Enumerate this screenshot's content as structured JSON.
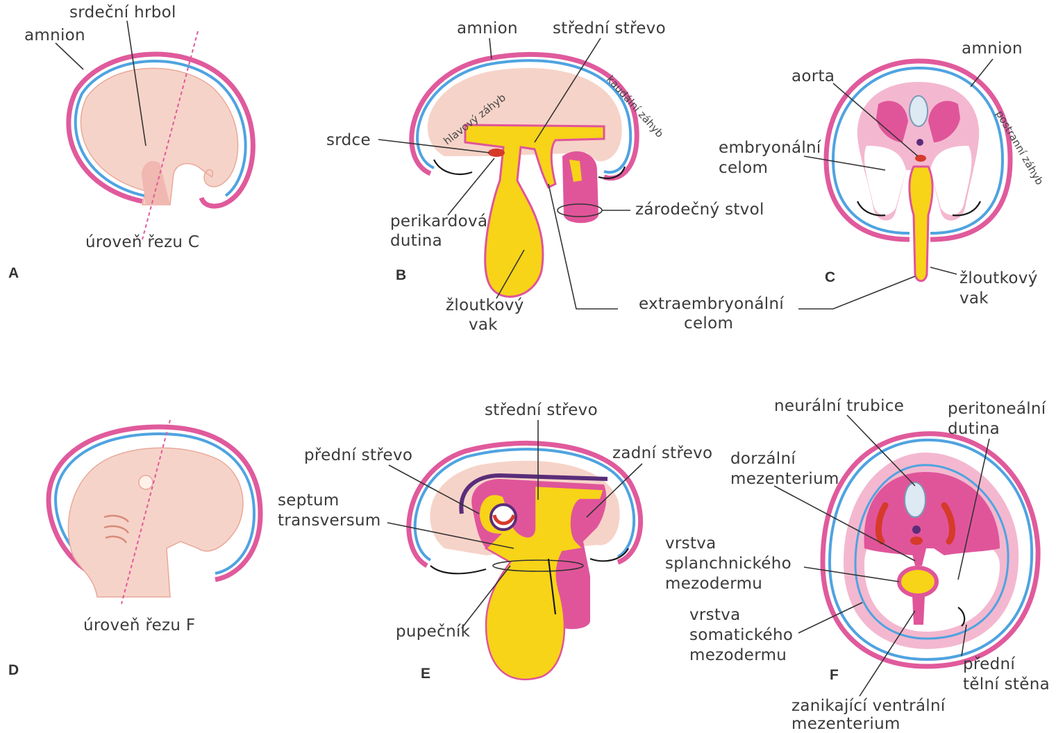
{
  "panels": {
    "A": {
      "letter": "A",
      "amnion": "amnion",
      "heart_bulge": "srdeční hrbol",
      "cut_level": "úroveň řezu C"
    },
    "B": {
      "letter": "B",
      "amnion": "amnion",
      "midgut": "střední střevo",
      "heart": "srdce",
      "pericardial": [
        "perikardová",
        "dutina"
      ],
      "yolk_sac": [
        "žloutkový",
        "vak"
      ],
      "germ_stalk": "zárodečný stvol",
      "extra_coelom": [
        "extraembryonální",
        "celom"
      ],
      "head_fold": "hlavový záhyb",
      "caudal_fold": "kaudální záhyb"
    },
    "C": {
      "letter": "C",
      "amnion": "amnion",
      "aorta": "aorta",
      "embryonic_coelom": [
        "embryonální",
        "celom"
      ],
      "yolk_sac": [
        "žloutkový",
        "vak"
      ],
      "lateral_fold": "postranní záhyb"
    },
    "D": {
      "letter": "D",
      "cut_level": "úroveň řezu F"
    },
    "E": {
      "letter": "E",
      "midgut": "střední střevo",
      "foregut": "přední střevo",
      "hindgut": "zadní střevo",
      "septum": [
        "septum",
        "transversum"
      ],
      "umbilical": "pupečník"
    },
    "F": {
      "letter": "F",
      "neural_tube": "neurální trubice",
      "peritoneal": [
        "peritoneální",
        "dutina"
      ],
      "dorsal_mesentery": [
        "dorzální",
        "mezenterium"
      ],
      "splanchnic": [
        "vrstva",
        "splanchnického",
        "mezodermu"
      ],
      "somatic": [
        "vrstva",
        "somatického",
        "mezodermu"
      ],
      "anterior_wall": [
        "přední",
        "tělní stěna"
      ],
      "ventral_mesentery": [
        "zanikající ventrální",
        "mezenterium"
      ]
    }
  },
  "colors": {
    "amnion_pink": "#e05a9c",
    "amnion_blue": "#4fa3e0",
    "embryo_skin": "#f6d3c8",
    "yolk": "#f7d417",
    "mesoderm_pink": "#e0559a",
    "purple": "#5a2d7a",
    "red": "#d63a2a"
  }
}
